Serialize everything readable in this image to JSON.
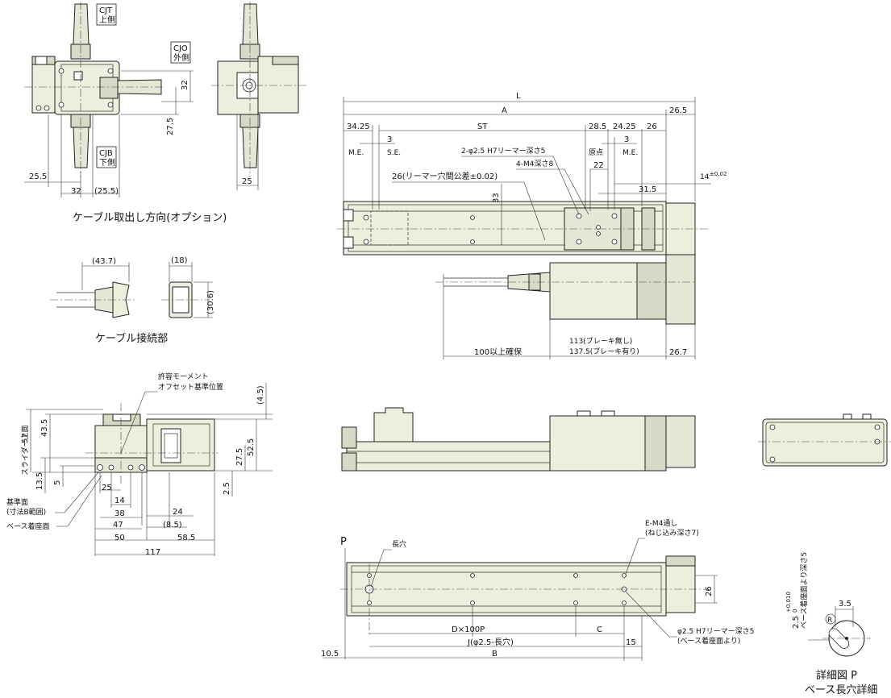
{
  "captions": {
    "cable_direction": "ケーブル取出し方向(オプション)",
    "cable_connection": "ケーブル接続部",
    "detail_p_title": "詳細図 P",
    "detail_p_sub": "ベース長穴詳細"
  },
  "options": {
    "cjt": [
      "CJT",
      "上側"
    ],
    "cjo": [
      "CJO",
      "外側"
    ],
    "cjb": [
      "CJB",
      "下側"
    ]
  },
  "dims_option": {
    "d32v": "32",
    "d27_5": "27.5",
    "d25_5": "25.5",
    "d32h": "32",
    "d25_5p": "(25.5)",
    "d25": "25"
  },
  "dims_connector": {
    "d43_7": "(43.7)",
    "d18": "(18)",
    "d30_6": "(30.6)"
  },
  "dims_top": {
    "L": "L",
    "A": "A",
    "d26_5": "26.5",
    "d34_25": "34.25",
    "ST": "ST",
    "d28_5": "28.5",
    "d24_25": "24.25",
    "d26": "26",
    "d3a": "3",
    "d3b": "3",
    "ME1": "M.E.",
    "SE": "S.E.",
    "origin": "原点",
    "ME2": "M.E.",
    "reamer": "2-φ2.5 H7リーマー深さ5",
    "m4": "4-M4深さ8",
    "d22": "22",
    "tol": "26(リーマー穴間公差±0.02)",
    "d33": "33",
    "d31_5": "31.5",
    "d14": "14",
    "d14tol": "±0.02",
    "d100": "100以上確保",
    "d113": "113(ブレーキ無し)",
    "d137": "137.5(ブレーキ有り)",
    "d26_7": "26.7"
  },
  "dims_section": {
    "moment1": "許容モーメント",
    "moment2": "オフセット基準位置",
    "d4_5": "(4.5)",
    "d57": "57",
    "slider": "スライダー上面",
    "d43_5": "43.5",
    "d52_5": "52.5",
    "d27_5": "27.5",
    "d13_5": "13.5",
    "d5": "5",
    "d2_5": "2.5",
    "ref1": "基準面",
    "ref2": "(寸法B範囲)",
    "base": "ベース着座面",
    "d25": "25",
    "d14": "14",
    "d38": "38",
    "d47": "47",
    "d50": "50",
    "d24": "24",
    "d8_5": "(8.5)",
    "d58_5": "58.5",
    "d117": "117"
  },
  "dims_bottom": {
    "P": "P",
    "slot": "長穴",
    "em4a": "E-M4通し",
    "em4b": "(ねじ込み深さ7)",
    "d26": "26",
    "D": "D×100P",
    "C": "C",
    "J": "J(φ2.5-長穴)",
    "d15": "15",
    "B": "B",
    "d10_5": "10.5",
    "pin1": "φ2.5 H7リーマー深さ5",
    "pin2": "(ベース着座面より)"
  },
  "dims_detail": {
    "depth": "ベース着座面より深さ5",
    "tol_val": "2.5",
    "tol_up": "+0.010",
    "tol_lo": "0",
    "d3_5": "3.5",
    "R": "R"
  }
}
